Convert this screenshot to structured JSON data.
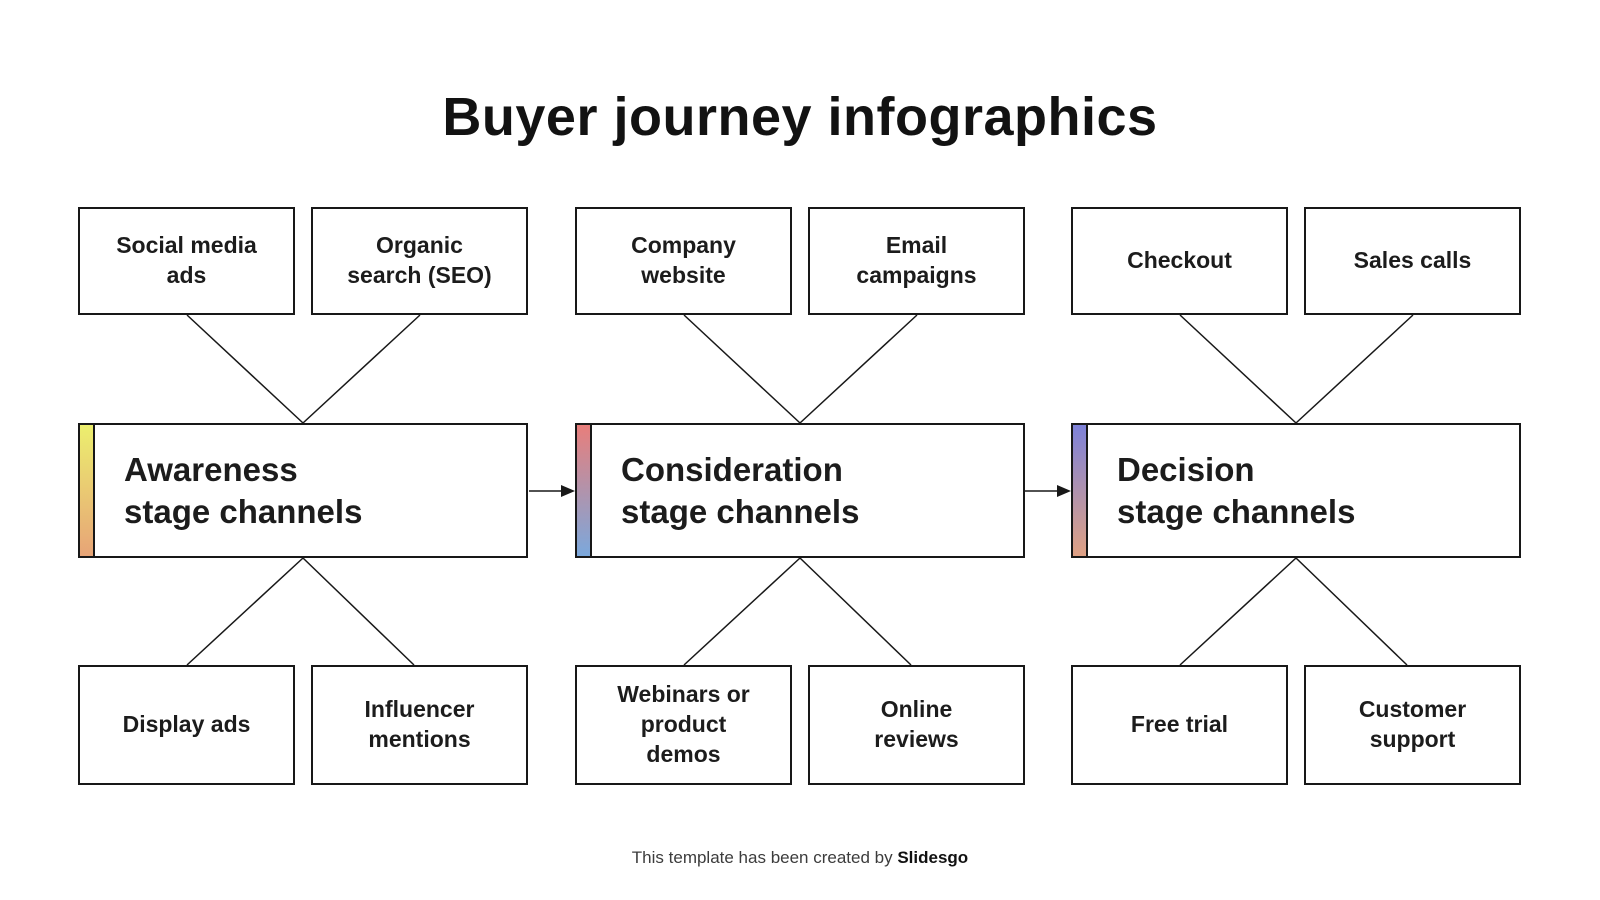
{
  "title": "Buyer journey infographics",
  "footer": {
    "text": "This template has been created by ",
    "brand": "Slidesgo"
  },
  "colors": {
    "background": "#ffffff",
    "box_border": "#181818",
    "connector_line": "#181818",
    "text": "#1c1c1c"
  },
  "columns": [
    {
      "stage": "Awareness\nstage channels",
      "strip": {
        "top": "#ecef6e",
        "bottom": "#e7a477"
      },
      "top_boxes": [
        "Social media\nads",
        "Organic\nsearch (SEO)"
      ],
      "bottom_boxes": [
        "Display ads",
        "Influencer\nmentions"
      ]
    },
    {
      "stage": "Consideration\nstage channels",
      "strip": {
        "top": "#e87e7b",
        "bottom": "#7ba8dc"
      },
      "top_boxes": [
        "Company\nwebsite",
        "Email\ncampaigns"
      ],
      "bottom_boxes": [
        "Webinars or\nproduct\ndemos",
        "Online\nreviews"
      ]
    },
    {
      "stage": "Decision\nstage channels",
      "strip": {
        "top": "#7e82d9",
        "bottom": "#dfa184"
      },
      "top_boxes": [
        "Checkout",
        "Sales calls"
      ],
      "bottom_boxes": [
        "Free trial",
        "Customer\nsupport"
      ]
    }
  ]
}
